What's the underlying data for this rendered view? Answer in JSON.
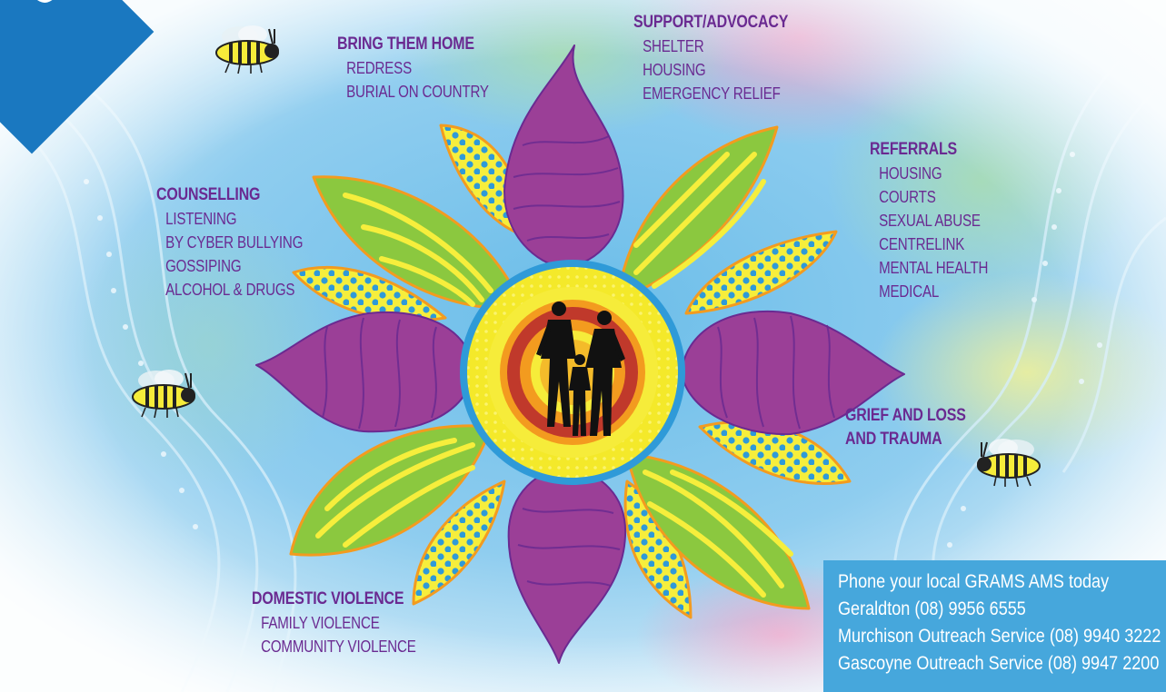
{
  "corner_tab": {
    "text": "G"
  },
  "groups": {
    "bring_home": {
      "head": "BRING THEM HOME",
      "items": [
        "REDRESS",
        "BURIAL ON COUNTRY"
      ]
    },
    "support": {
      "head": "SUPPORT/ADVOCACY",
      "items": [
        "SHELTER",
        "HOUSING",
        "EMERGENCY RELIEF"
      ]
    },
    "referrals": {
      "head": "REFERRALS",
      "items": [
        "HOUSING",
        "COURTS",
        "SEXUAL ABUSE",
        "CENTRELINK",
        "MENTAL HEALTH",
        "MEDICAL"
      ]
    },
    "counselling": {
      "head": "COUNSELLING",
      "items": [
        "LISTENING",
        "BY CYBER BULLYING",
        "GOSSIPING",
        "ALCOHOL & DRUGS"
      ]
    },
    "grief": {
      "head": [
        "GRIEF AND LOSS",
        "AND TRAUMA"
      ]
    },
    "domestic": {
      "head": "DOMESTIC VIOLENCE",
      "items": [
        "FAMILY VIOLENCE",
        "COMMUNITY VIOLENCE"
      ]
    }
  },
  "contact": {
    "lines": [
      "Phone your local GRAMS AMS today",
      "Geraldton (08) 9956 6555",
      "Murchison Outreach Service  (08) 9940 3222",
      "Gascoyne Outreach Service (08) 9947 2200"
    ]
  },
  "colors": {
    "label_purple": "#6a2a91",
    "petal_purple": "#9b3f97",
    "petal_green": "#8bc83f",
    "stripe_yellow": "#f5ec3a",
    "dot_blue": "#2f9ad8",
    "center_ring": "#f4e92a",
    "contact_bg": "#46a7dc"
  }
}
